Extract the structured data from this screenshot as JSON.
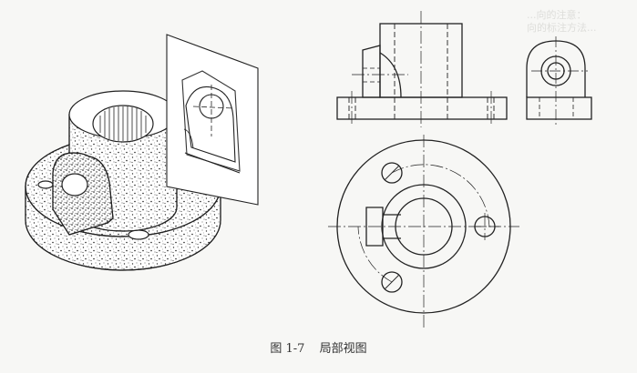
{
  "caption": {
    "figure_number": "图 1-7",
    "title": "局部视图"
  },
  "bleed_text": "...向的注意：\n向的标注方法..."
}
